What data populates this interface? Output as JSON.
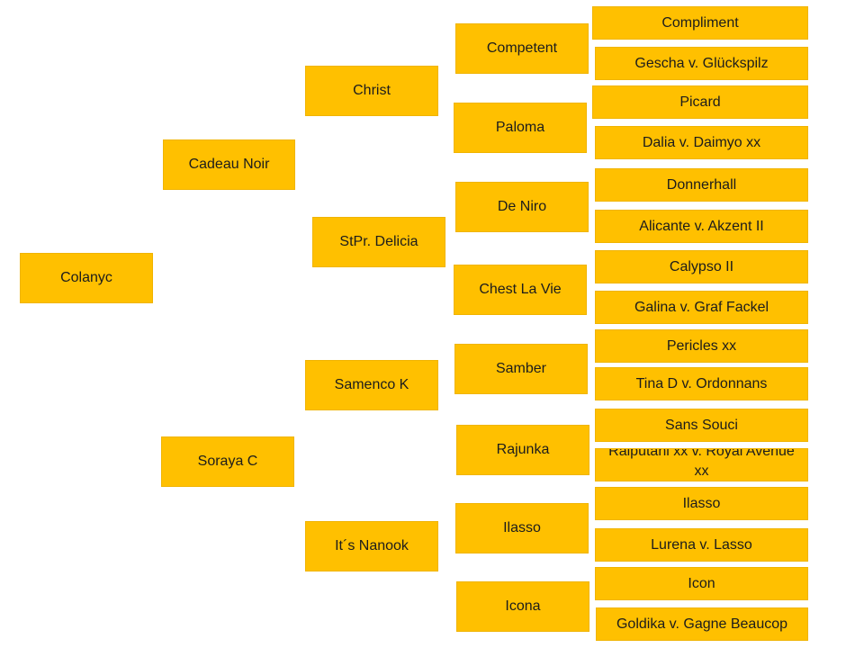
{
  "colors": {
    "box_fill": "#ffc000",
    "box_text": "#1c1c1c",
    "background": "#ffffff"
  },
  "pedigree": {
    "subject": "Colanyc",
    "sire": "Cadeau Noir",
    "dam": "Soraya C",
    "sire_sire": "Christ",
    "sire_dam": "StPr. Delicia",
    "dam_sire": "Samenco K",
    "dam_dam": "It´s Nanook",
    "gen3": [
      "Competent",
      "Paloma",
      "De Niro",
      "Chest La Vie",
      "Samber",
      "Rajunka",
      "Ilasso",
      "Icona"
    ],
    "gen4": [
      "Compliment",
      "Gescha v. Glückspilz",
      "Picard",
      "Dalia v. Daimyo xx",
      "Donnerhall",
      "Alicante v. Akzent II",
      "Calypso II",
      "Galina v. Graf Fackel",
      "Pericles xx",
      "Tina D v. Ordonnans",
      "Sans Souci",
      "Raiputani xx v. Royal Avenue xx",
      "Ilasso",
      "Lurena v. Lasso",
      "Icon",
      "Goldika v. Gagne Beaucop"
    ]
  }
}
